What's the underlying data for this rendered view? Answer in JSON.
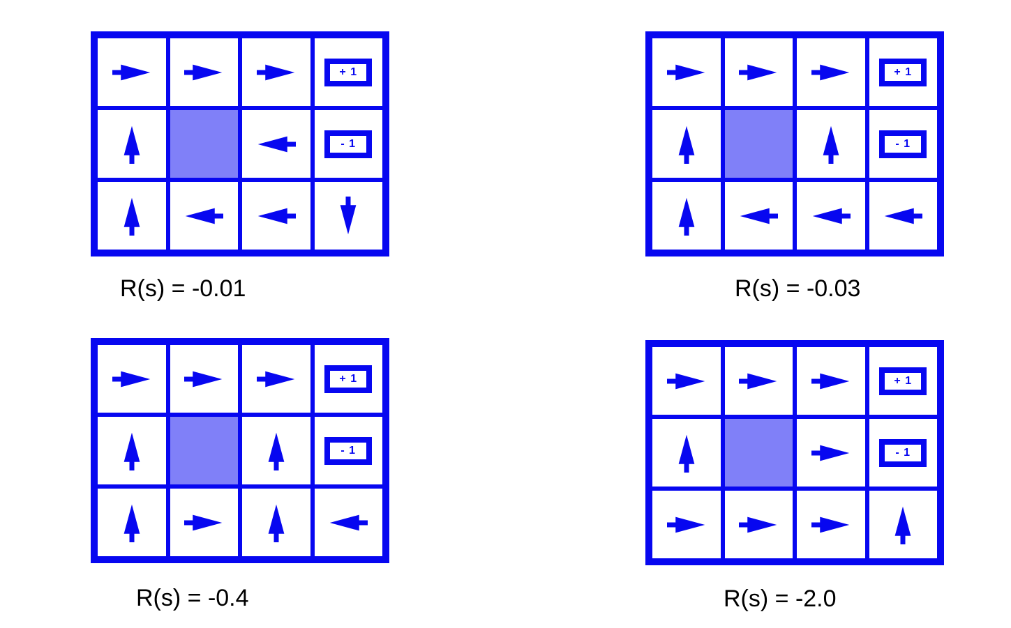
{
  "figure": {
    "description": "Gridworld optimal policies for four living-reward values",
    "colors": {
      "blue": "#0707f0",
      "shade": "#8080f8",
      "text": "#000000",
      "background": "#ffffff"
    },
    "terminals": {
      "plus": "+ 1",
      "minus": "- 1"
    },
    "grids": [
      {
        "label": "R(s) = -0.01",
        "rows": [
          [
            "right",
            "right",
            "right",
            "plus"
          ],
          [
            "up",
            "block",
            "left",
            "minus"
          ],
          [
            "up",
            "left",
            "left",
            "down"
          ]
        ]
      },
      {
        "label": "R(s) = -0.03",
        "rows": [
          [
            "right",
            "right",
            "right",
            "plus"
          ],
          [
            "up",
            "block",
            "up",
            "minus"
          ],
          [
            "up",
            "left",
            "left",
            "left"
          ]
        ]
      },
      {
        "label": "R(s) = -0.4",
        "rows": [
          [
            "right",
            "right",
            "right",
            "plus"
          ],
          [
            "up",
            "block",
            "up",
            "minus"
          ],
          [
            "up",
            "right",
            "up",
            "left"
          ]
        ]
      },
      {
        "label": "R(s) = -2.0",
        "rows": [
          [
            "right",
            "right",
            "right",
            "plus"
          ],
          [
            "up",
            "block",
            "right",
            "minus"
          ],
          [
            "right",
            "right",
            "right",
            "up"
          ]
        ]
      }
    ]
  }
}
